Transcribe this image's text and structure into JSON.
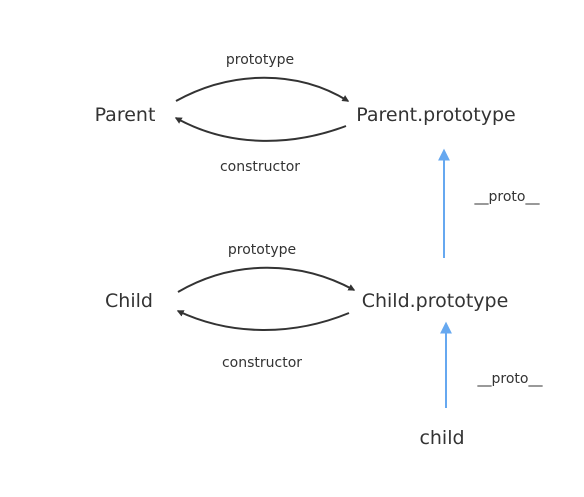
{
  "nodes": {
    "parent": "Parent",
    "parent_prototype": "Parent.prototype",
    "child": "Child",
    "child_prototype": "Child.prototype",
    "child_instance": "child"
  },
  "edges": {
    "parent_prototype": "prototype",
    "parent_constructor": "constructor",
    "child_prototype": "prototype",
    "child_constructor": "constructor",
    "child_proto_to_parent_proto": "__proto__",
    "instance_proto_to_child_proto": "__proto__"
  },
  "colors": {
    "text": "#333333",
    "arrow_dark": "#333333",
    "arrow_proto": "#66a8f0",
    "background": "#ffffff"
  }
}
